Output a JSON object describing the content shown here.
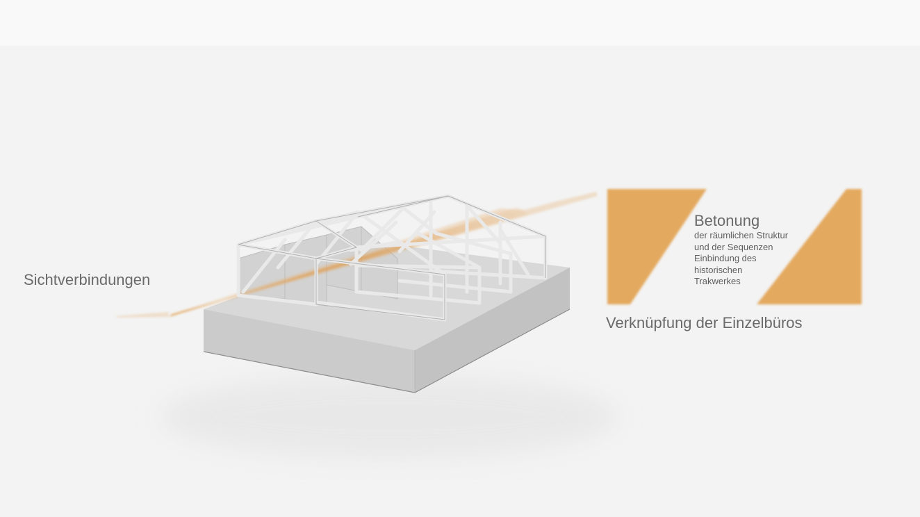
{
  "labels": {
    "visual_connections": "Sichtverbindungen",
    "emphasis_title": "Betonung",
    "emphasis_lines": [
      "der räumlichen Struktur",
      "und der Sequenzen",
      "Einbindung des",
      "historischen",
      "Trakwerkes"
    ],
    "office_linking": "Verknüpfung der Einzelbüros"
  },
  "colors": {
    "background": "#f3f3f3",
    "accent_orange": "#e3a95f",
    "frame": "#e8e8e8",
    "block": "#cfcfcf",
    "text": "#6a6a6a"
  }
}
